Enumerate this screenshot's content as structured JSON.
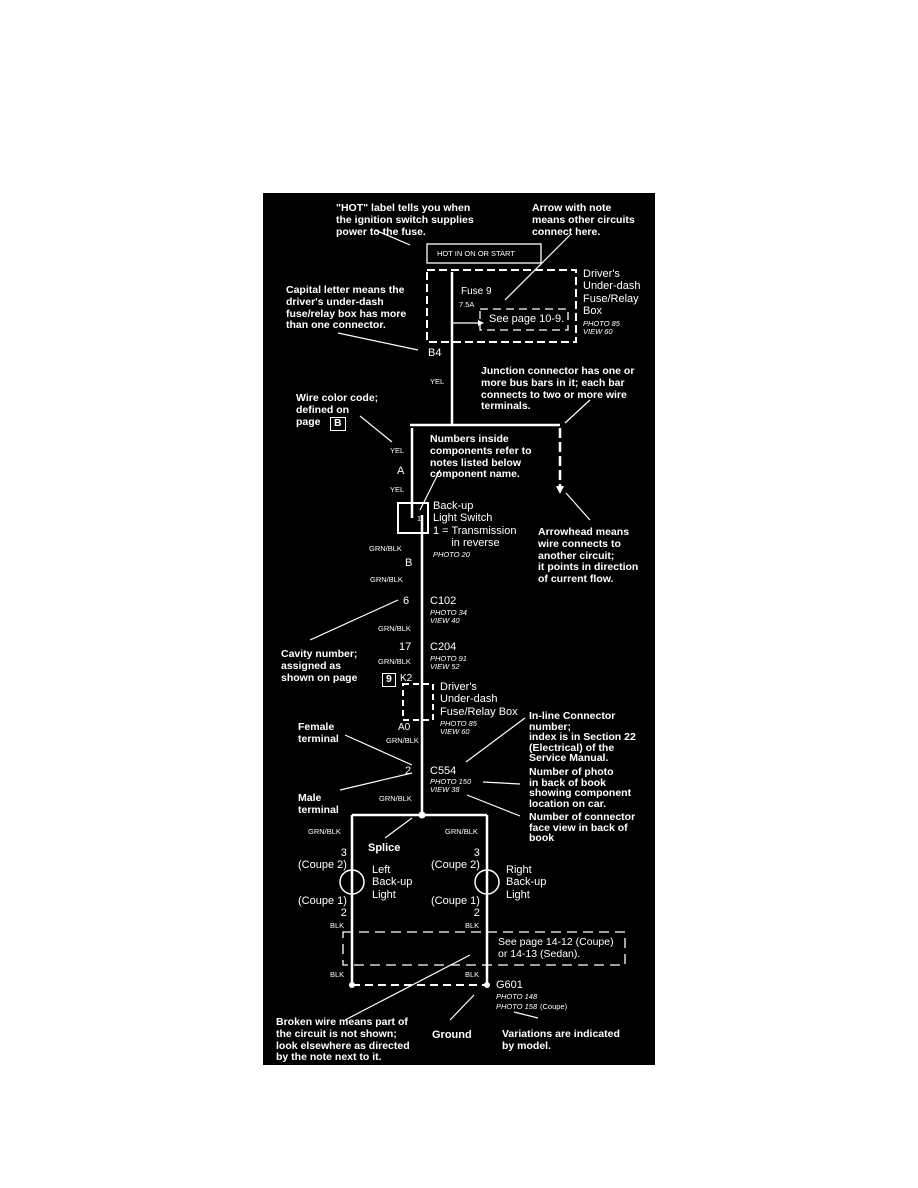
{
  "colors": {
    "background": "#000000",
    "ink": "#ffffff",
    "page": "#ffffff"
  },
  "notes": {
    "hot": "\"HOT\" label tells you when\nthe ignition switch supplies\npower to the fuse.",
    "arrow_note": "Arrow with note\nmeans other circuits\nconnect here.",
    "capital": "Capital letter means the\ndriver's under-dash\nfuse/relay box has more\nthan one connector.",
    "junction": "Junction connector has one or\nmore bus bars in it; each bar\nconnects to two or more wire\nterminals.",
    "wire_color": "Wire color code;\ndefined on\npage",
    "wire_color_page": "B",
    "numbers_inside": "Numbers inside\ncomponents refer to\nnotes listed below\ncomponent name.",
    "arrowhead": "Arrowhead means\nwire connects to\nanother circuit;\nit points in direction\nof current flow.",
    "cavity": "Cavity number;\nassigned as\nshown on page",
    "cavity_page": "9",
    "female": "Female\nterminal",
    "male": "Male\nterminal",
    "inline": "In-line Connector\nnumber;\nindex is in Section 22\n(Electrical) of the\nService Manual.",
    "photo_num": "Number of photo\nin back of book\nshowing component\nlocation on car.",
    "face_view": "Number of connector\nface view in back of\nbook",
    "splice": "Splice",
    "broken": "Broken wire means part of\nthe circuit is not shown;\nlook elsewhere as directed\nby the note next to it.",
    "ground": "Ground",
    "variations": "Variations are indicated\nby model."
  },
  "diagram": {
    "hot_label": "HOT IN ON OR START",
    "fuse": "Fuse 9",
    "fuse_rating": "7.5A",
    "see_page": "See page 10-9.",
    "fuse_box": "Driver's\nUnder-dash\nFuse/Relay\nBox",
    "fuse_box_photo": "PHOTO 85\nVIEW 60",
    "b4": "B4",
    "yel1": "YEL",
    "yel2": "YEL",
    "conn_a": "A",
    "yel3": "YEL",
    "switch_num": "1",
    "switch": "Back-up\nLight Switch\n1 = Transmission\n      in reverse",
    "switch_photo": "PHOTO 20",
    "grnblk1": "GRN/BLK",
    "cav_b": "B",
    "grnblk2": "GRN/BLK",
    "cav6": "6",
    "c102": "C102",
    "c102_photo": "PHOTO 34\nVIEW 40",
    "grnblk3": "GRN/BLK",
    "cav17": "17",
    "c204": "C204",
    "grnblk4": "GRN/BLK",
    "c204_photo": "PHOTO 91\nVIEW 52",
    "k2": "K2",
    "box2": "Driver's\nUnder-dash\nFuse/Relay Box",
    "box2_photo": "PHOTO 85\nVIEW 60",
    "a0": "A0",
    "grnblk5": "GRN/BLK",
    "cav2": "2",
    "c554": "C554",
    "c554_photo": "PHOTO 150\nVIEW 38",
    "grnblk6": "GRN/BLK",
    "grnblk_l": "GRN/BLK",
    "grnblk_r": "GRN/BLK",
    "l_top": "3\n(Coupe 2)",
    "r_top": "3\n(Coupe 2)",
    "left_light": "Left\nBack-up\nLight",
    "right_light": "Right\nBack-up\nLight",
    "l_bot": "(Coupe 1)\n2",
    "r_bot": "(Coupe 1)\n2",
    "blk1": "BLK",
    "blk2": "BLK",
    "blk3": "BLK",
    "blk4": "BLK",
    "see_page2": "See page 14-12 (Coupe)\nor 14-13 (Sedan).",
    "g601": "G601",
    "g601_photo": "PHOTO 148",
    "g601_photo2": "PHOTO 158",
    "g601_coupe": "(Coupe)"
  }
}
